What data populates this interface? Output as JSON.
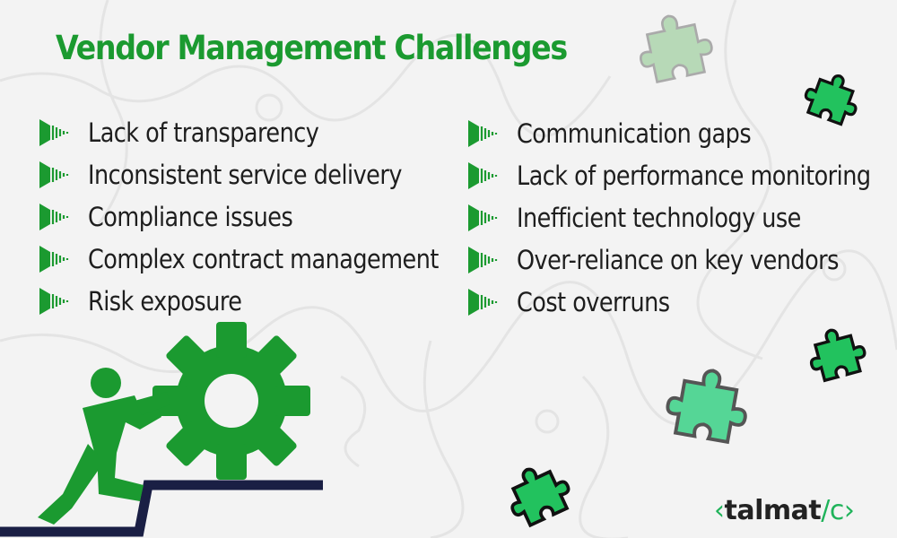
{
  "title": "Vendor Management Challenges",
  "left_items": [
    "Lack of transparency",
    "Inconsistent service delivery",
    "Compliance issues",
    "Complex contract management",
    "Risk exposure"
  ],
  "right_items": [
    "Communication gaps",
    "Lack of performance monitoring",
    "Inefficient technology use",
    "Over-reliance on key vendors",
    "Cost overruns"
  ],
  "brand": {
    "open_bracket": "‹",
    "name": "talmat",
    "close_bracket": "/c›"
  },
  "colors": {
    "title": "#1b9a30",
    "bullet": "#1b9a30",
    "gear": "#1b9a30",
    "stairs": "#1a1f44",
    "puzzle_green": "#22c25e",
    "puzzle_light": "#55d696",
    "puzzle_faded": "#b7d9b7",
    "brand_accent": "#1fb35a"
  },
  "icons": {
    "bullet": "audio-wave-arrow-icon",
    "illustration": "person-pushing-gear-icon",
    "decor": "puzzle-piece-icon"
  }
}
